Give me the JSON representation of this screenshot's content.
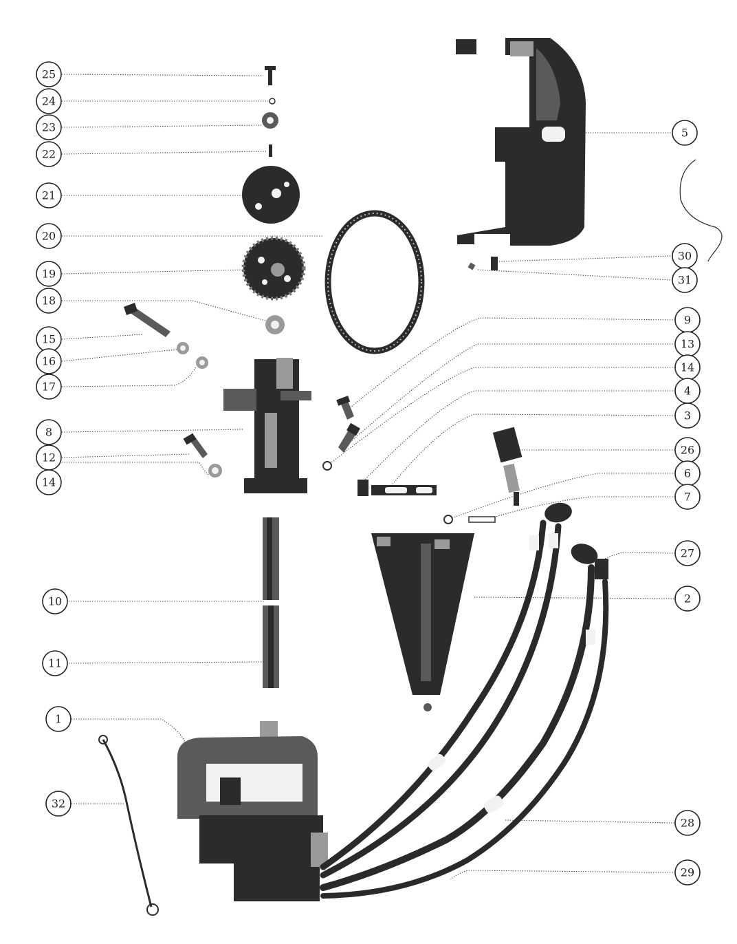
{
  "diagram": {
    "callouts": [
      {
        "id": "25",
        "label": "25"
      },
      {
        "id": "24",
        "label": "24"
      },
      {
        "id": "23",
        "label": "23"
      },
      {
        "id": "22",
        "label": "22"
      },
      {
        "id": "21",
        "label": "21"
      },
      {
        "id": "20",
        "label": "20"
      },
      {
        "id": "19",
        "label": "19"
      },
      {
        "id": "18",
        "label": "18"
      },
      {
        "id": "15",
        "label": "15"
      },
      {
        "id": "16",
        "label": "16"
      },
      {
        "id": "17",
        "label": "17"
      },
      {
        "id": "8",
        "label": "8"
      },
      {
        "id": "12",
        "label": "12"
      },
      {
        "id": "14a",
        "label": "14"
      },
      {
        "id": "10",
        "label": "10"
      },
      {
        "id": "11",
        "label": "11"
      },
      {
        "id": "1",
        "label": "1"
      },
      {
        "id": "32",
        "label": "32"
      },
      {
        "id": "5",
        "label": "5"
      },
      {
        "id": "30",
        "label": "30"
      },
      {
        "id": "31",
        "label": "31"
      },
      {
        "id": "9",
        "label": "9"
      },
      {
        "id": "13",
        "label": "13"
      },
      {
        "id": "14b",
        "label": "14"
      },
      {
        "id": "4",
        "label": "4"
      },
      {
        "id": "3",
        "label": "3"
      },
      {
        "id": "26",
        "label": "26"
      },
      {
        "id": "6",
        "label": "6"
      },
      {
        "id": "7",
        "label": "7"
      },
      {
        "id": "27",
        "label": "27"
      },
      {
        "id": "2",
        "label": "2"
      },
      {
        "id": "28",
        "label": "28"
      },
      {
        "id": "29",
        "label": "29"
      }
    ]
  }
}
